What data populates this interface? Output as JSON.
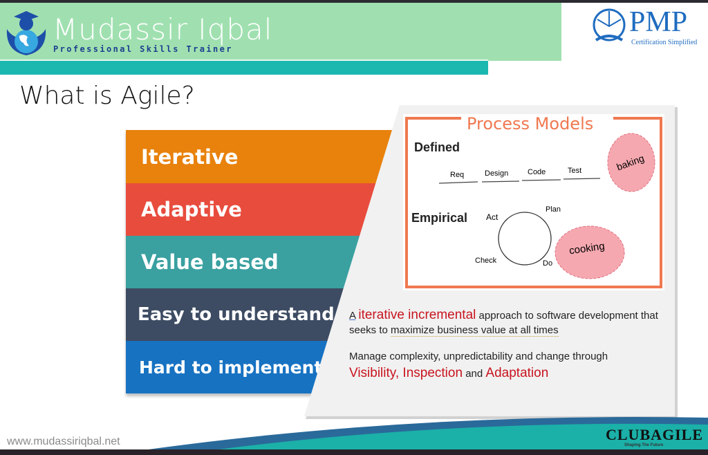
{
  "header": {
    "brand": "Mudassir Iqbal",
    "tagline": "Professional Skills Trainer"
  },
  "pmp_logo": {
    "title": "PMP",
    "subtitle": "Certification Simplified"
  },
  "slide": {
    "title": "What is Agile?",
    "bars": [
      {
        "label": "Iterative",
        "color": "#E8820C"
      },
      {
        "label": "Adaptive",
        "color": "#E84C3D"
      },
      {
        "label": "Value based",
        "color": "#3AA0A0"
      },
      {
        "label": "Easy to understand",
        "color": "#3D4C63"
      },
      {
        "label": "Hard to implement",
        "color": "#1772C2"
      }
    ],
    "diagram": {
      "title": "Process Models",
      "defined": "Defined",
      "steps": [
        "Req",
        "Design",
        "Code",
        "Test"
      ],
      "baking": "baking",
      "empirical": "Empirical",
      "cycle": [
        "Plan",
        "Do",
        "Check",
        "Act"
      ],
      "cooking": "cooking"
    },
    "text1": {
      "a": "A",
      "highlight": "iterative incremental",
      "rest": " approach to software development that seeks to ",
      "dotted": "maximize business value at all times"
    },
    "text2": {
      "line1": "Manage complexity, unpredictability and change through",
      "v": "Visibility, Inspection",
      "and": " and ",
      "ad": "Adaptation"
    }
  },
  "footer": {
    "website": "www.mudassiriqbal.net",
    "club": "CLUBAGILE",
    "club_sub": "Shaping The Future"
  }
}
